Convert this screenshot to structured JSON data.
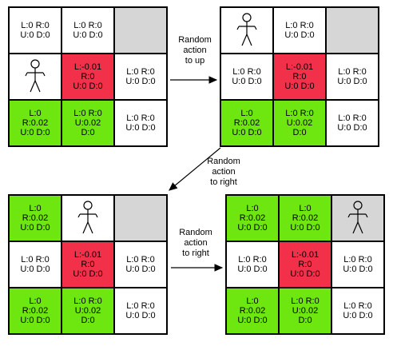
{
  "colors": {
    "white": "#ffffff",
    "gray": "#d6d6d6",
    "green": "#6ee60f",
    "red": "#f2304a"
  },
  "grids": [
    {
      "cells": [
        {
          "type": "white",
          "text": "L:0 R:0\nU:0 D:0"
        },
        {
          "type": "white",
          "text": "L:0 R:0\nU:0 D:0"
        },
        {
          "type": "gray",
          "text": ""
        },
        {
          "type": "white",
          "text": "",
          "agent": true
        },
        {
          "type": "red",
          "text": "L:-0.01\nR:0\nU:0 D:0"
        },
        {
          "type": "white",
          "text": "L:0 R:0\nU:0 D:0"
        },
        {
          "type": "green",
          "text": "L:0\nR:0.02\nU:0 D:0"
        },
        {
          "type": "green",
          "text": "L:0 R:0\nU:0.02\nD:0"
        },
        {
          "type": "white",
          "text": "L:0 R:0\nU:0 D:0"
        }
      ]
    },
    {
      "cells": [
        {
          "type": "white",
          "text": "",
          "agent": true
        },
        {
          "type": "white",
          "text": "L:0 R:0\nU:0 D:0"
        },
        {
          "type": "gray",
          "text": ""
        },
        {
          "type": "white",
          "text": "L:0 R:0\nU:0 D:0"
        },
        {
          "type": "red",
          "text": "L:-0.01\nR:0\nU:0 D:0"
        },
        {
          "type": "white",
          "text": "L:0 R:0\nU:0 D:0"
        },
        {
          "type": "green",
          "text": "L:0\nR:0.02\nU:0 D:0"
        },
        {
          "type": "green",
          "text": "L:0 R:0\nU:0.02\nD:0"
        },
        {
          "type": "white",
          "text": "L:0 R:0\nU:0 D:0"
        }
      ]
    },
    {
      "cells": [
        {
          "type": "green",
          "text": "L:0\nR:0.02\nU:0 D:0"
        },
        {
          "type": "white",
          "text": "",
          "agent": true
        },
        {
          "type": "gray",
          "text": ""
        },
        {
          "type": "white",
          "text": "L:0 R:0\nU:0 D:0"
        },
        {
          "type": "red",
          "text": "L:-0.01\nR:0\nU:0 D:0"
        },
        {
          "type": "white",
          "text": "L:0 R:0\nU:0 D:0"
        },
        {
          "type": "green",
          "text": "L:0\nR:0.02\nU:0 D:0"
        },
        {
          "type": "green",
          "text": "L:0 R:0\nU:0.02\nD:0"
        },
        {
          "type": "white",
          "text": "L:0 R:0\nU:0 D:0"
        }
      ]
    },
    {
      "cells": [
        {
          "type": "green",
          "text": "L:0\nR:0.02\nU:0 D:0"
        },
        {
          "type": "green",
          "text": "L:0\nR:0.02\nU:0 D:0"
        },
        {
          "type": "gray",
          "text": "",
          "agent": true
        },
        {
          "type": "white",
          "text": "L:0 R:0\nU:0 D:0"
        },
        {
          "type": "red",
          "text": "L:-0.01\nR:0\nU:0 D:0"
        },
        {
          "type": "white",
          "text": "L:0 R:0\nU:0 D:0"
        },
        {
          "type": "green",
          "text": "L:0\nR:0.02\nU:0 D:0"
        },
        {
          "type": "green",
          "text": "L:0 R:0\nU:0.02\nD:0"
        },
        {
          "type": "white",
          "text": "L:0 R:0\nU:0 D:0"
        }
      ]
    }
  ],
  "arrows": [
    {
      "label": "Random\naction\nto up"
    },
    {
      "label": "Random\naction\nto right"
    },
    {
      "label": "Random\naction\nto right"
    }
  ]
}
